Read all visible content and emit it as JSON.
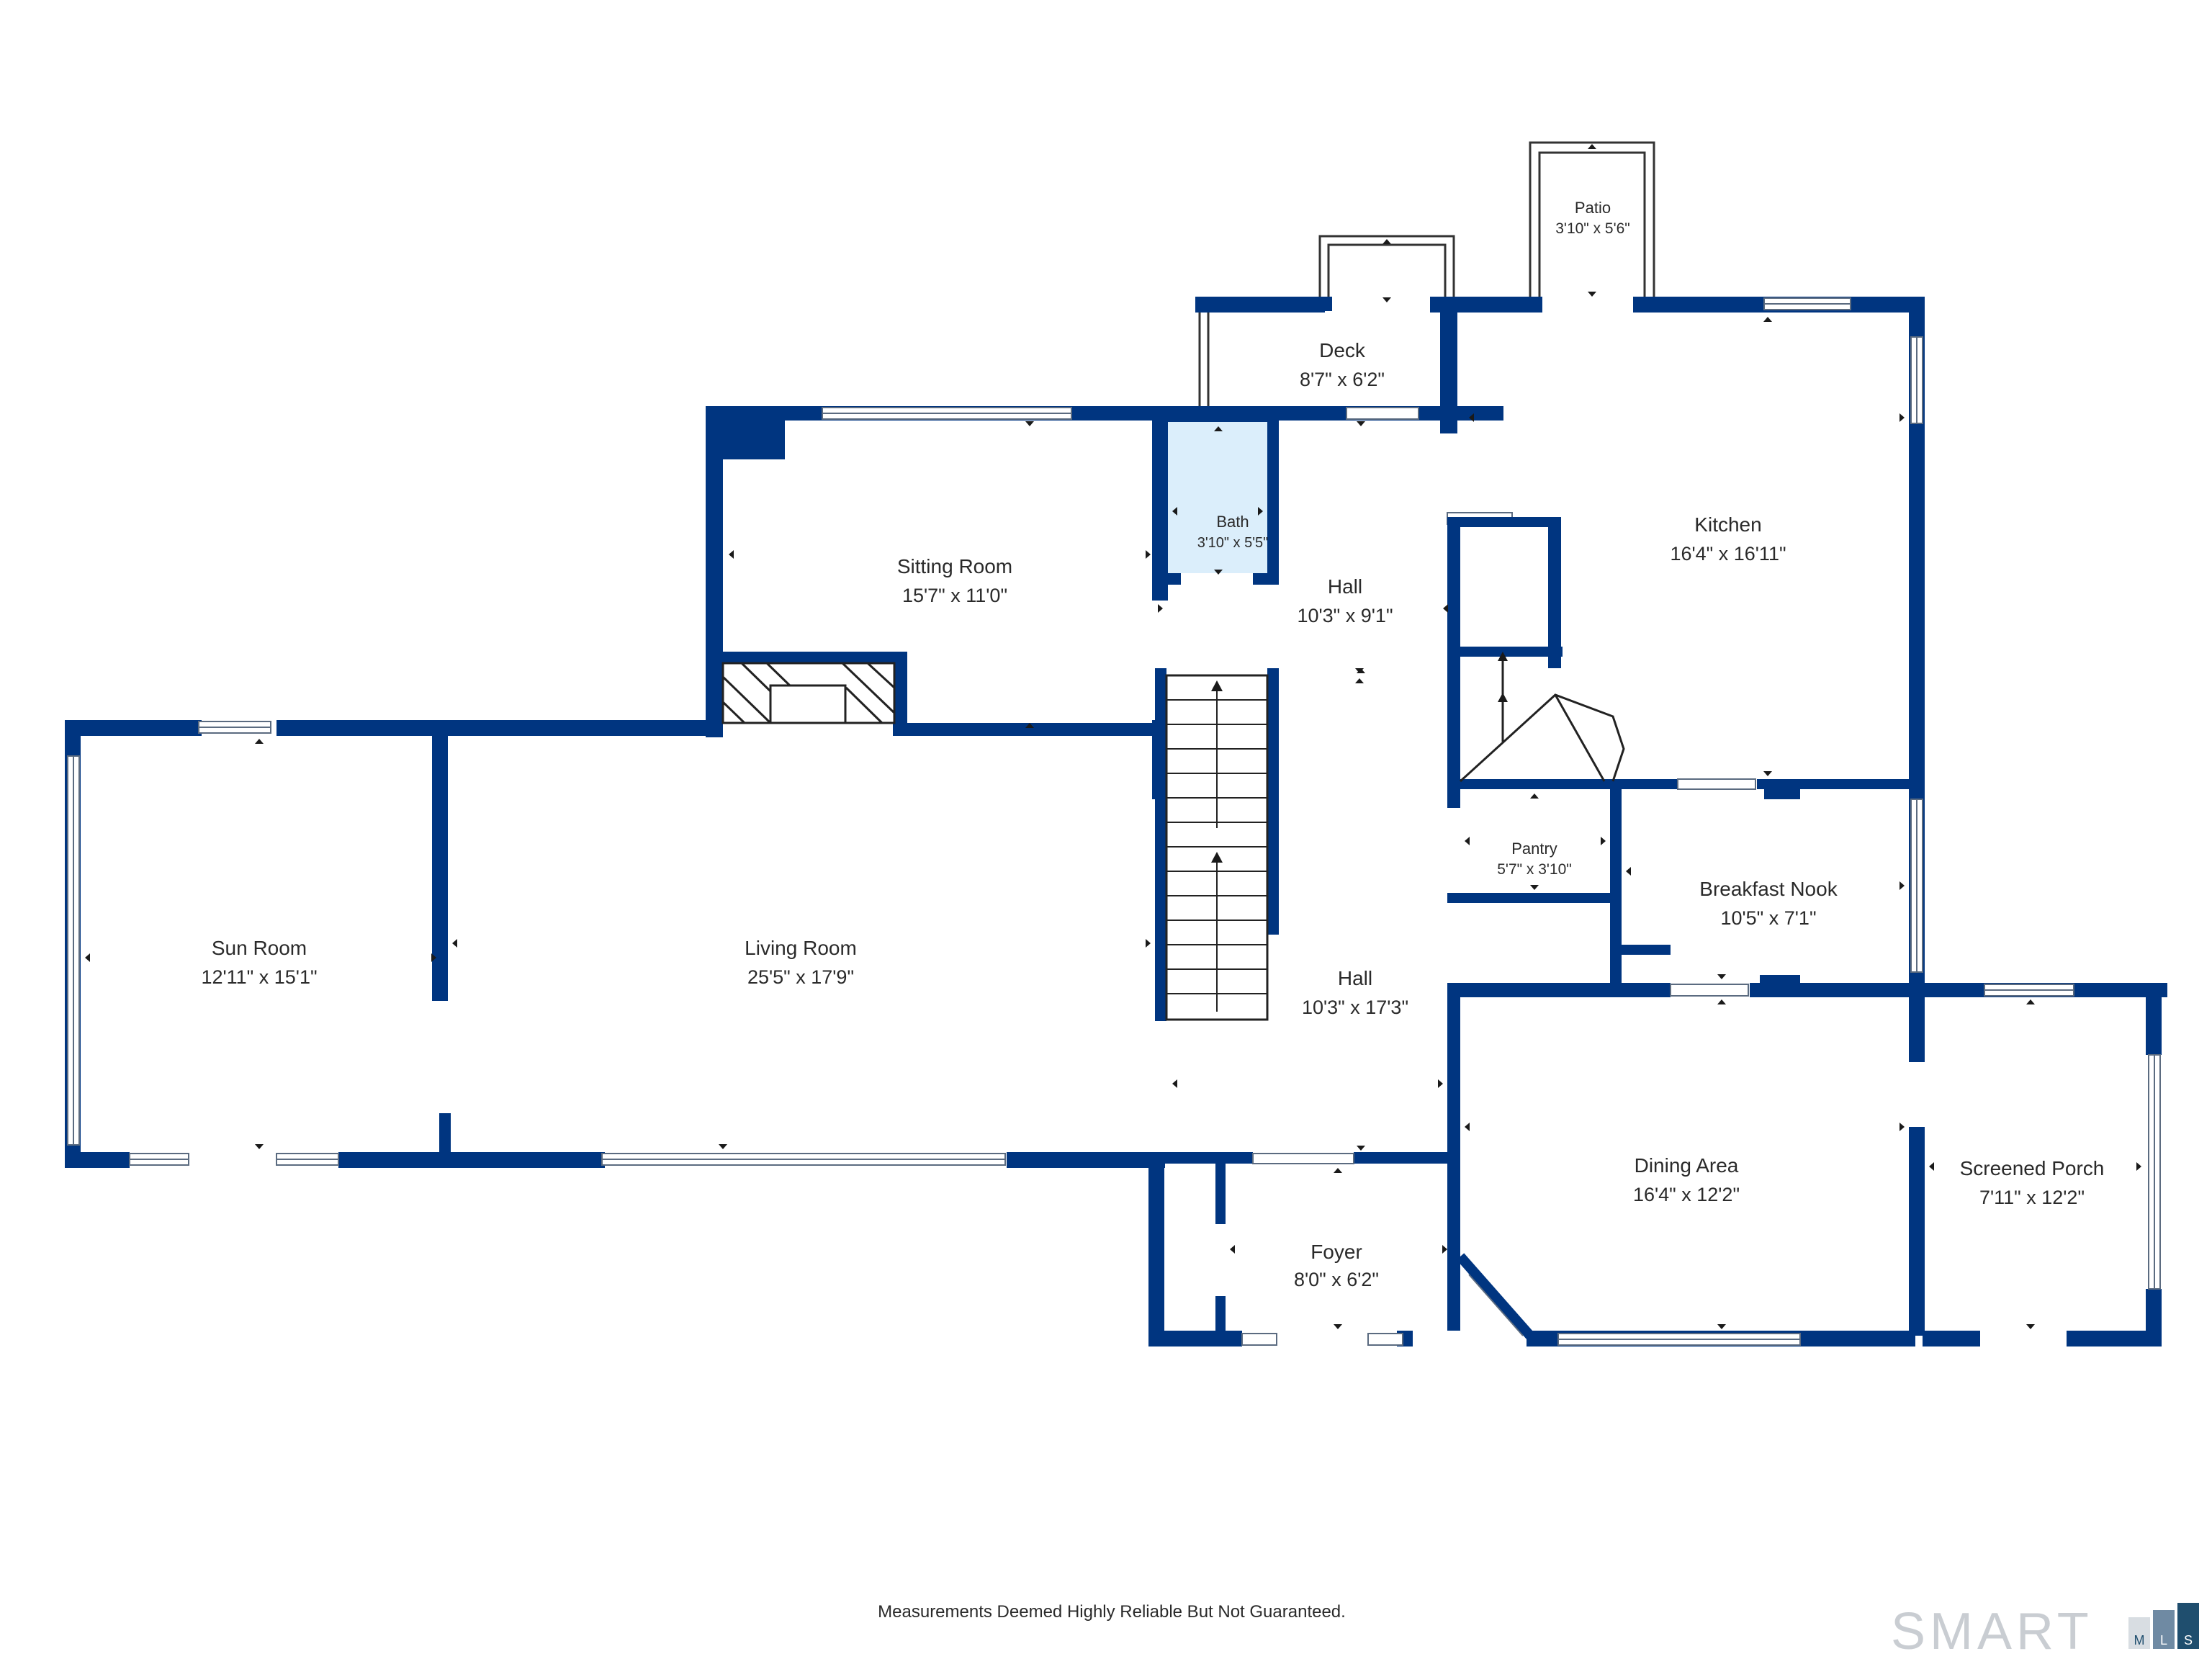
{
  "colors": {
    "wall": "#003580",
    "bath_fill": "#dbeefb",
    "text": "#2a2a2a",
    "logo_gray": "#c9cdd2",
    "logo_box": "#1f4e6e"
  },
  "rooms": {
    "patio": {
      "name": "Patio",
      "dim": "3'10\" x 5'6\""
    },
    "deck": {
      "name": "Deck",
      "dim": "8'7\" x 6'2\""
    },
    "kitchen": {
      "name": "Kitchen",
      "dim": "16'4\" x 16'11\""
    },
    "sitting": {
      "name": "Sitting Room",
      "dim": "15'7\" x 11'0\""
    },
    "bath": {
      "name": "Bath",
      "dim": "3'10\" x 5'5\""
    },
    "hall1": {
      "name": "Hall",
      "dim": "10'3\" x 9'1\""
    },
    "pantry": {
      "name": "Pantry",
      "dim": "5'7\" x 3'10\""
    },
    "nook": {
      "name": "Breakfast Nook",
      "dim": "10'5\" x 7'1\""
    },
    "sunroom": {
      "name": "Sun Room",
      "dim": "12'11\" x 15'1\""
    },
    "living": {
      "name": "Living Room",
      "dim": "25'5\" x 17'9\""
    },
    "hall2": {
      "name": "Hall",
      "dim": "10'3\" x 17'3\""
    },
    "dining": {
      "name": "Dining Area",
      "dim": "16'4\" x 12'2\""
    },
    "porch": {
      "name": "Screened Porch",
      "dim": "7'11\" x 12'2\""
    },
    "foyer": {
      "name": "Foyer",
      "dim": "8'0\" x 6'2\""
    }
  },
  "footer": {
    "disclaimer": "Measurements Deemed Highly Reliable But Not Guaranteed.",
    "logo_word": "SMART",
    "logo_letters": [
      "M",
      "L",
      "S"
    ]
  }
}
